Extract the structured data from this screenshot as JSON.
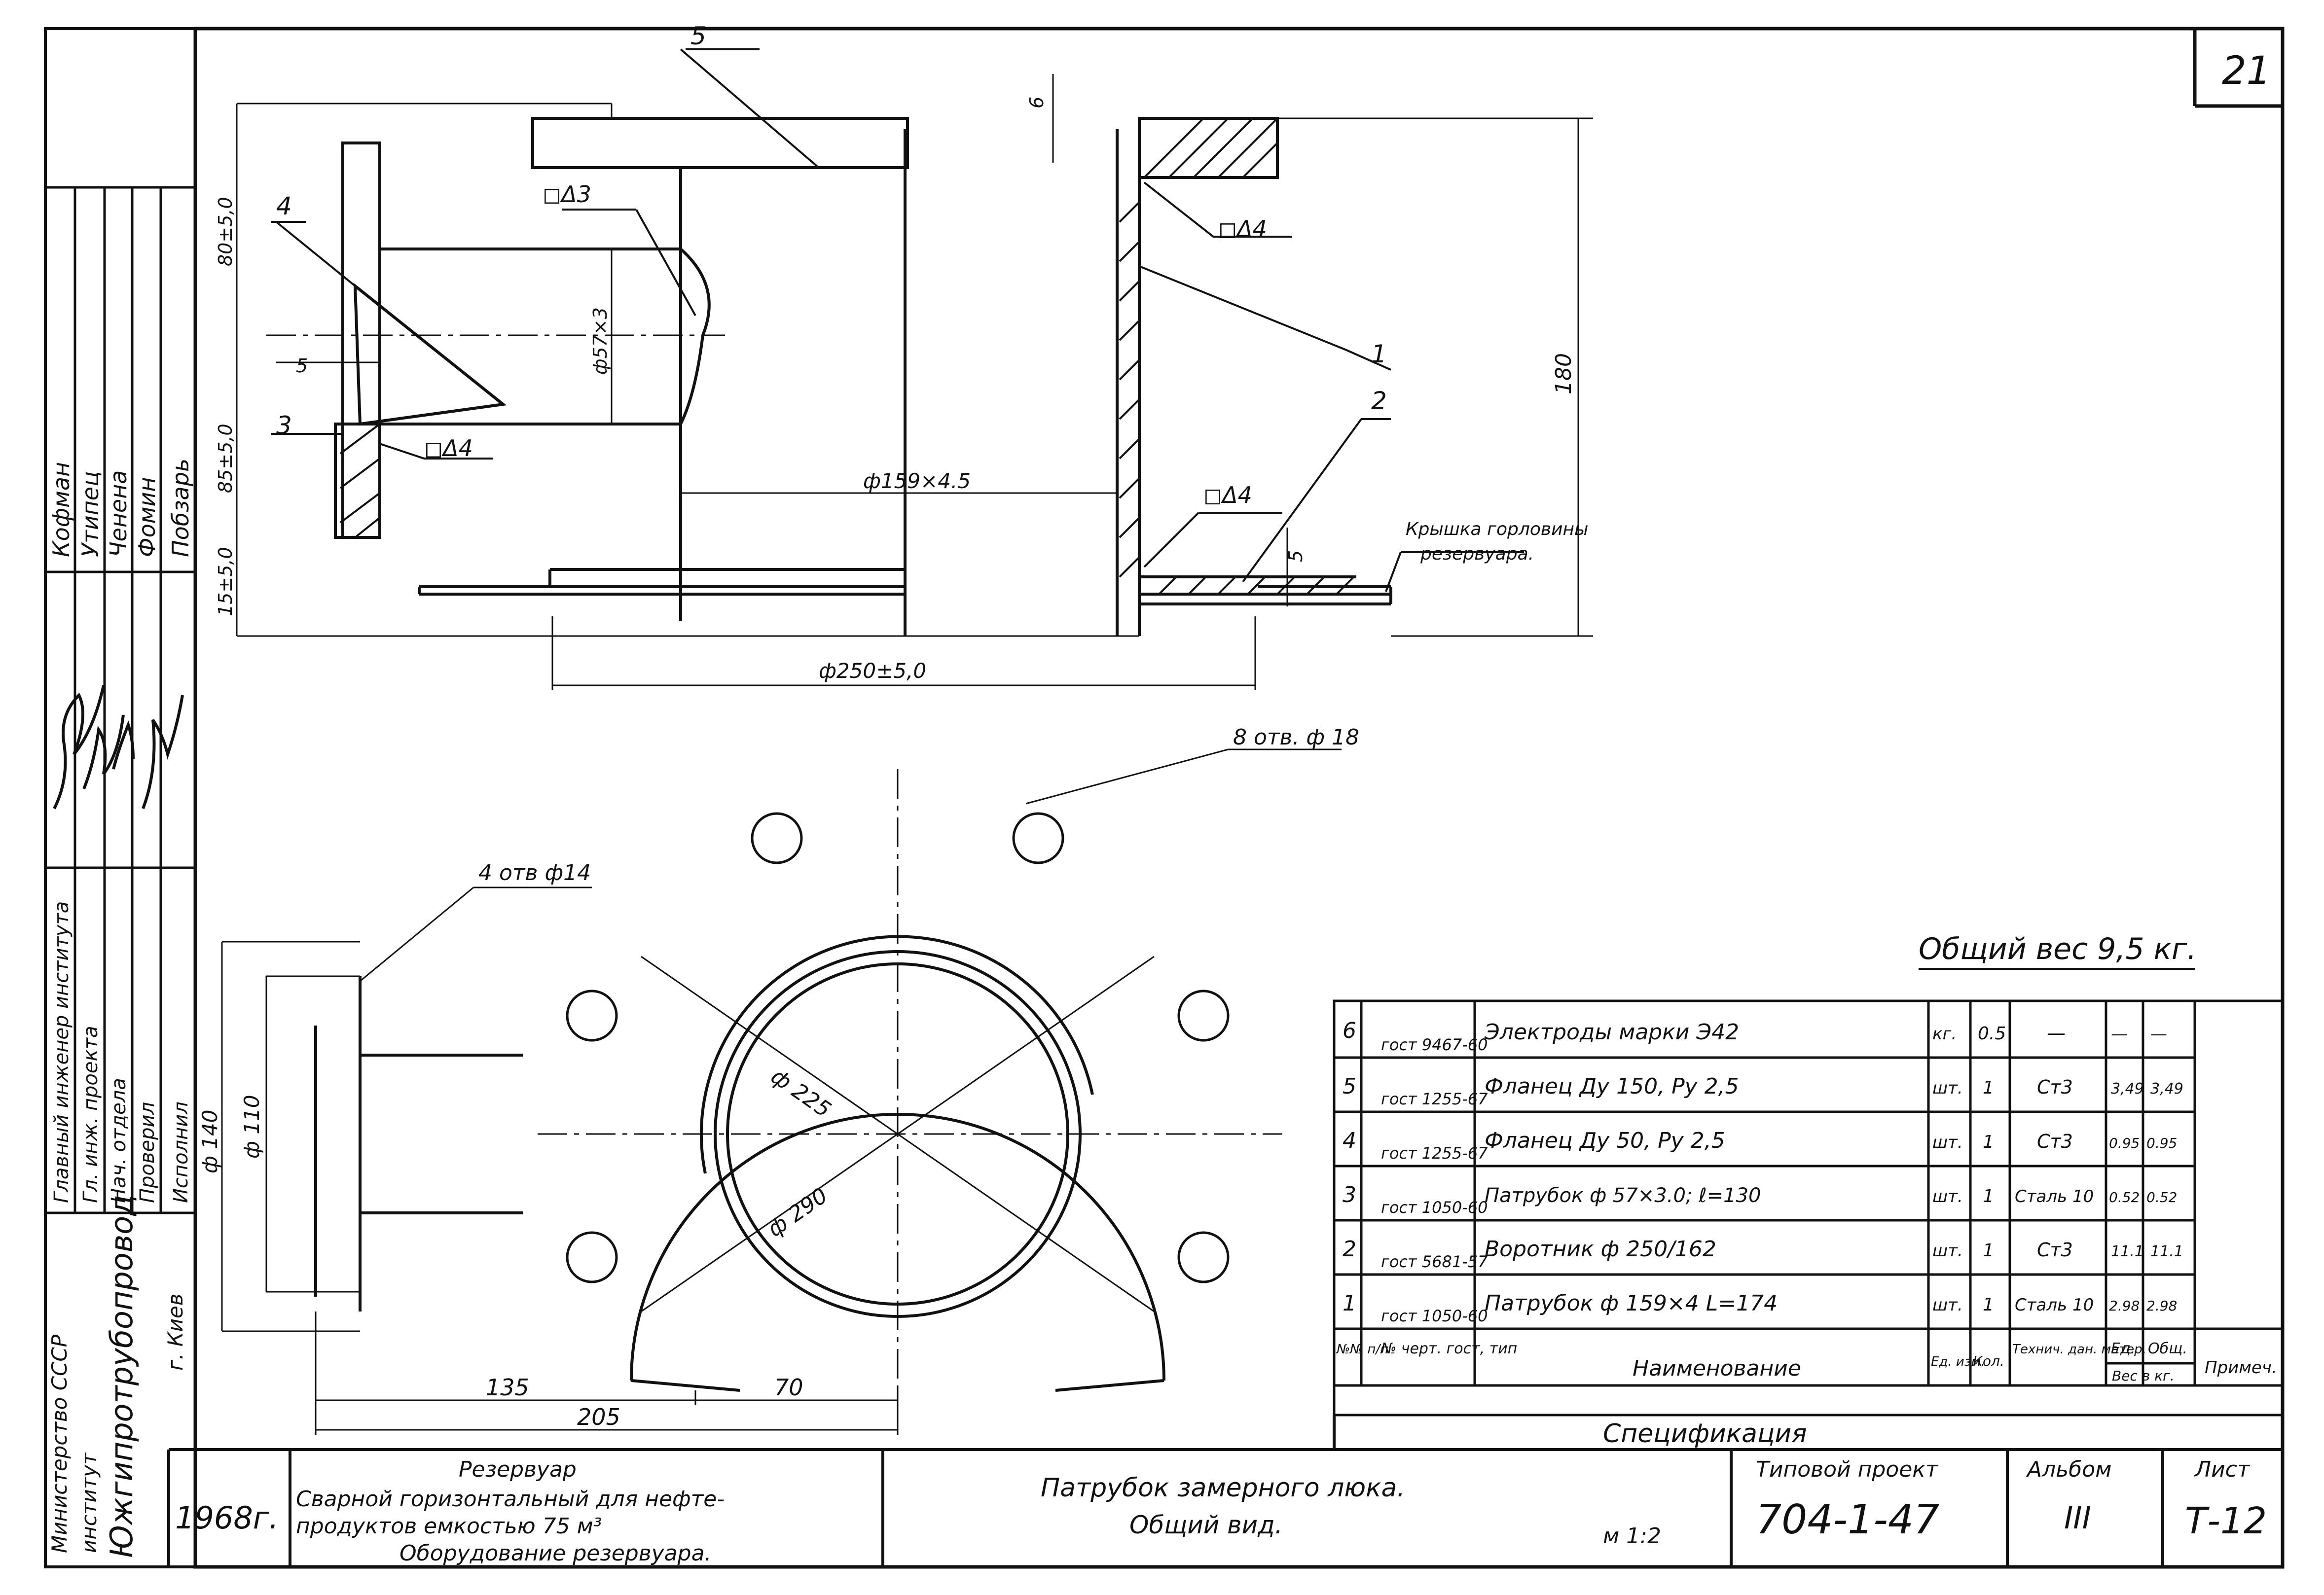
{
  "sheet_number": "21",
  "title_block": {
    "year": "1968г.",
    "object_line1": "Резервуар",
    "object_line2": "Сварной горизонтальный для нефте-",
    "object_line3": "продуктов емкостью 75 м³",
    "object_line4": "Оборудование резервуара.",
    "drawing_title": "Патрубок замерного люка.",
    "drawing_subtitle": "Общий вид.",
    "scale": "м 1:2",
    "project_label": "Типовой проект",
    "project_number": "704-1-47",
    "album_label": "Альбом",
    "album_number": "III",
    "sheet_label": "Лист",
    "sheet_code": "Т-12"
  },
  "organization": {
    "line1": "Министерство СССР",
    "line2": "институт",
    "line3": "Южгипротрубопровод",
    "line4": "г. Киев"
  },
  "staff": {
    "roles": [
      "Главный инженер института",
      "Гл. инж. проекта",
      "Нач. отдела",
      "Проверил",
      "Исполнил"
    ],
    "names": [
      "Кофман",
      "Утипец",
      "Ченена",
      "Фомин",
      "Побзарь"
    ]
  },
  "total_weight": "Общий вес 9,5 кг.",
  "specification": {
    "title": "Спецификация",
    "headers": [
      "№№ п/п",
      "№ черт. гост, тип",
      "Наименование",
      "Ед. изм.",
      "Кол.",
      "Технич. дан. матер.",
      "Ед.",
      "Общ.",
      "Примеч."
    ],
    "weight_header": "Вес в кг.",
    "rows": [
      {
        "no": "6",
        "doc": "гост 9467-60",
        "name": "Электроды марки Э42",
        "unit": "кг.",
        "qty": "0.5",
        "mat": "—",
        "w1": "—",
        "w2": "—"
      },
      {
        "no": "5",
        "doc": "гост 1255-67",
        "name": "Фланец Ду 150, Ру 2,5",
        "unit": "шт.",
        "qty": "1",
        "mat": "Ст3",
        "w1": "3,49",
        "w2": "3,49"
      },
      {
        "no": "4",
        "doc": "гост 1255-67",
        "name": "Фланец Ду 50, Ру 2,5",
        "unit": "шт.",
        "qty": "1",
        "mat": "Ст3",
        "w1": "0.95",
        "w2": "0.95"
      },
      {
        "no": "3",
        "doc": "гост 1050-60",
        "name": "Патрубок ф 57×3.0; ℓ=130",
        "unit": "шт.",
        "qty": "1",
        "mat": "Сталь 10",
        "w1": "0.52",
        "w2": "0.52"
      },
      {
        "no": "2",
        "doc": "гост 5681-57",
        "name": "Воротник ф 250/162",
        "unit": "шт.",
        "qty": "1",
        "mat": "Ст3",
        "w1": "11.1",
        "w2": "11.1"
      },
      {
        "no": "1",
        "doc": "гост 1050-60",
        "name": "Патрубок ф 159×4  L=174",
        "unit": "шт.",
        "qty": "1",
        "mat": "Сталь 10",
        "w1": "2.98",
        "w2": "2.98"
      }
    ]
  },
  "section_view": {
    "dims": {
      "height_total": "180",
      "flange_upper": "80±5,0",
      "middle": "85±5,0",
      "lower": "15±5,0",
      "pipe": "ф159×4.5",
      "collar": "ф250±5,0",
      "branch": "ф57×3",
      "plate_thk_top": "6",
      "plate_thk_bot": "5",
      "flange_gap": "5"
    },
    "leaders": [
      "1",
      "2",
      "3",
      "4",
      "5"
    ],
    "welds": [
      "◻Δ3",
      "◻Δ4",
      "◻Δ4",
      "◻Δ4"
    ],
    "note_line1": "Крышка горловины",
    "note_line2": "резервуара."
  },
  "plan_view": {
    "holes_big": "8 отв. ф 18",
    "holes_small": "4 отв ф14",
    "d_225": "ф 225",
    "d_290": "ф 290",
    "d_140": "ф 140",
    "d_110": "ф 110",
    "dim_135": "135",
    "dim_205": "205",
    "dim_70": "70"
  }
}
